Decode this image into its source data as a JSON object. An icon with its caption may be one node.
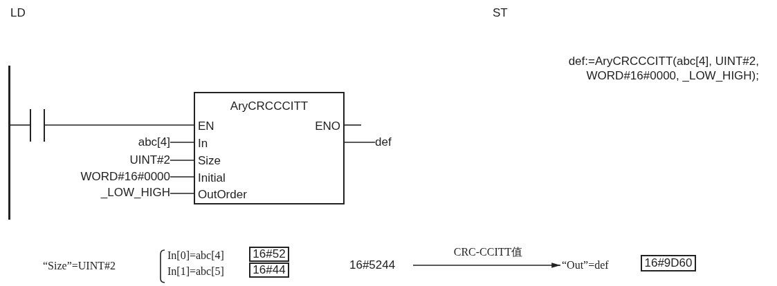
{
  "diagram": {
    "nodes": [
      {
        "text": [],
        "shape": "bar"
      },
      {
        "text": [],
        "shape": "contact"
      },
      {
        "text": [
          "AryCRCCCITT",
          "EN",
          "ENO",
          "In",
          "Size",
          "Initial",
          "OutOrder"
        ]
      },
      {
        "text": [
          "abc[4]"
        ]
      },
      {
        "text": [
          "UINT#2"
        ]
      },
      {
        "text": [
          "WORD#16#0000"
        ]
      },
      {
        "text": [
          "_LOW_HIGH"
        ]
      },
      {
        "text": [
          "def"
        ]
      },
      {
        "text": [
          "16#52"
        ]
      },
      {
        "text": [
          "16#44"
        ]
      },
      {
        "text": [
          "16#5244"
        ]
      },
      {
        "text": [
          "“Out”=def"
        ]
      },
      {
        "text": [
          "16#9D60"
        ]
      }
    ],
    "edges": [
      {
        "from": 0,
        "to": 1,
        "arrow": "none"
      },
      {
        "from": 1,
        "to": 2,
        "arrow": "none"
      },
      {
        "from": 3,
        "to": 2,
        "arrow": "none"
      },
      {
        "from": 4,
        "to": 2,
        "arrow": "none"
      },
      {
        "from": 5,
        "to": 2,
        "arrow": "none"
      },
      {
        "from": 6,
        "to": 2,
        "arrow": "none"
      },
      {
        "from": 2,
        "to": 7,
        "arrow": "none"
      },
      {
        "from": 2,
        "to": null,
        "arrow": "none"
      },
      {
        "from": 10,
        "to": 11,
        "arrow": "to",
        "label": "CRC-CCITT值"
      }
    ],
    "labels": [
      "LD",
      "ST",
      "def:=AryCRCCCITT(abc[4], UINT#2, WORD#16#0000, _LOW_HIGH);",
      "“Size”=UINT#2",
      "In[0]=abc[4]",
      "In[1]=abc[5]"
    ]
  }
}
